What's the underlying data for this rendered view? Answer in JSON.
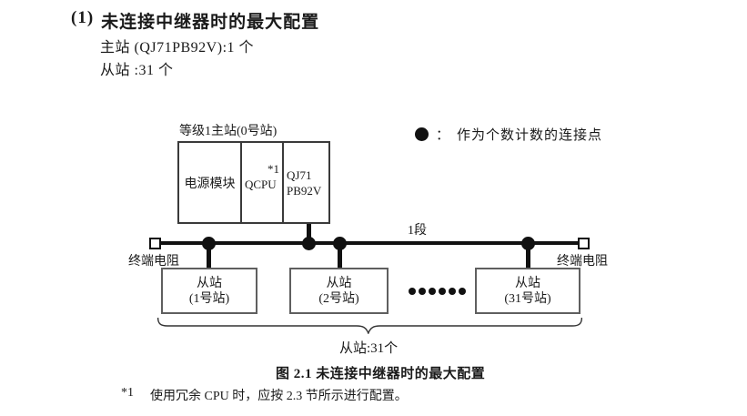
{
  "colors": {
    "background": "#ffffff",
    "ink": "#1a1a1a",
    "line": "#111111",
    "master_box_border": "#3a3a3a",
    "slave_box_border": "#5f5f5f"
  },
  "heading": {
    "number": "(1)",
    "title": "未连接中继器时的最大配置",
    "master_count_line": "主站 (QJ71PB92V):1 个",
    "slave_count_line": "从站 :31 个"
  },
  "diagram": {
    "master_label": "等级1主站(0号站)",
    "master_cells": {
      "power": "电源模块",
      "cpu": "QCPU",
      "cpu_note": "*1",
      "module_line1": "QJ71",
      "module_line2": "PB92V"
    },
    "legend": {
      "separator": "：",
      "text": "作为个数计数的连接点"
    },
    "segment_label": "1段",
    "terminator_left": "终端电阻",
    "terminator_right": "终端电阻",
    "slaves": [
      {
        "line1": "从站",
        "line2": "(1号站)"
      },
      {
        "line1": "从站",
        "line2": "(2号站)"
      },
      {
        "line1": "从站",
        "line2": "(31号站)"
      }
    ],
    "ellipsis_dot_count": 6,
    "brace_label": "从站:31个"
  },
  "caption": "图 2.1 未连接中继器时的最大配置",
  "footnote": {
    "marker": "*1",
    "text": "使用冗余 CPU 时，应按 2.3 节所示进行配置。"
  }
}
